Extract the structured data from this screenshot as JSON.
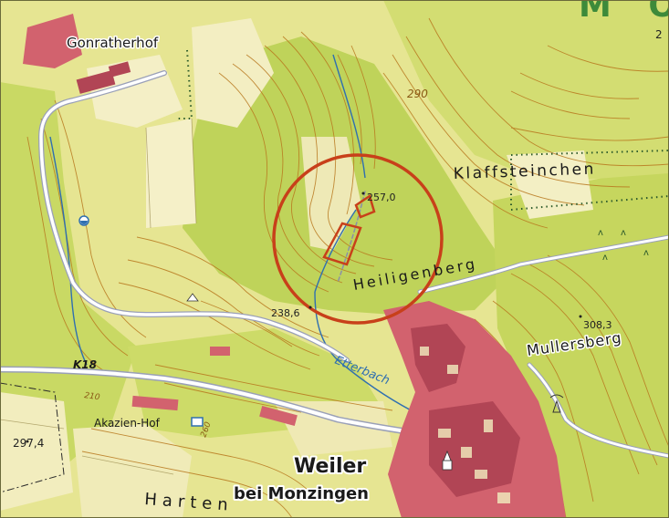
{
  "map": {
    "places": {
      "gonratherhof": "Gonratherhof",
      "klaffsteinchen": "Klaffsteinchen",
      "heiligenberg": "Heiligenberg",
      "mullersberg": "Mullersberg",
      "akazien_hof": "Akazien-Hof",
      "weiler": "Weiler",
      "bei_monzingen": "bei Monzingen",
      "harten": "Harten",
      "corner_letters": "M O"
    },
    "waters": {
      "etterbach": "Etterbach"
    },
    "roads": {
      "k18": "K18"
    },
    "elevations": {
      "e290": "290",
      "e257": "257,0",
      "e238": "238,6",
      "e308": "308,3",
      "e210": "210",
      "e260": "260",
      "e297": "297,4",
      "e2": "2"
    },
    "colors": {
      "lowland": "#f2eec0",
      "meadow": "#ecea9c",
      "forest_light": "#d8e06e",
      "forest": "#bfd35a",
      "contour": "#b8781e",
      "river": "#2f6fb0",
      "road_fill": "#ffffff",
      "road_casing": "#9aa0b8",
      "settlement": "#d2626e",
      "settlement_dark": "#b14555",
      "circle": "#c8401a"
    }
  }
}
